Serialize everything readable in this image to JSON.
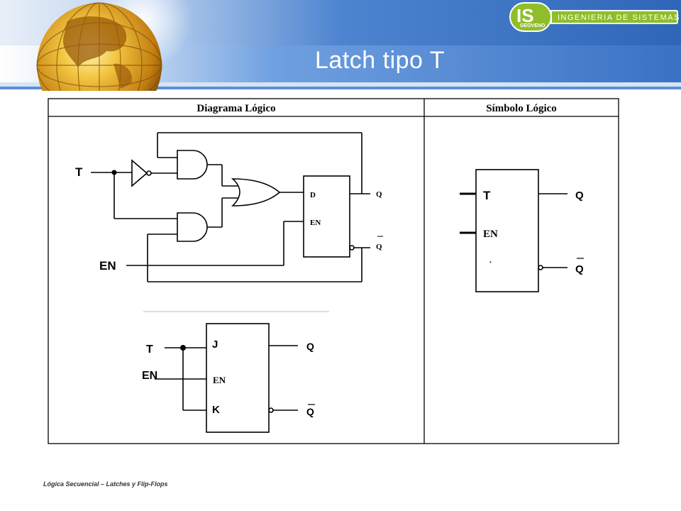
{
  "slide": {
    "title": "Latch tipo T",
    "footer": "Lógica Secuencial – Latches y Flip-Flops"
  },
  "logo": {
    "mark": "IS",
    "sub": "GEOVENO",
    "text": "INGENIERIA DE SISTEMAS"
  },
  "table": {
    "col1_header": "Diagrama Lógico",
    "col2_header": "Símbolo Lógico"
  },
  "circuit1": {
    "input_t": "T",
    "input_en": "EN",
    "ff_d": "D",
    "ff_en": "EN",
    "out_q": "Q",
    "out_qbar": "Q"
  },
  "circuit2": {
    "input_t": "T",
    "input_en": "EN",
    "pin_j": "J",
    "pin_en": "EN",
    "pin_k": "K",
    "out_q": "Q",
    "out_qbar": "Q"
  },
  "symbol": {
    "pin_t": "T",
    "pin_en": "EN",
    "dot": ".",
    "out_q": "Q",
    "out_qbar": "Q"
  },
  "colors": {
    "header_blue": "#3f78c8",
    "header_light": "#cfe0f4",
    "logo_green": "#8fbe2a",
    "globe_gold": "#e0a21f"
  },
  "icons": {
    "globe": "globe-icon"
  }
}
